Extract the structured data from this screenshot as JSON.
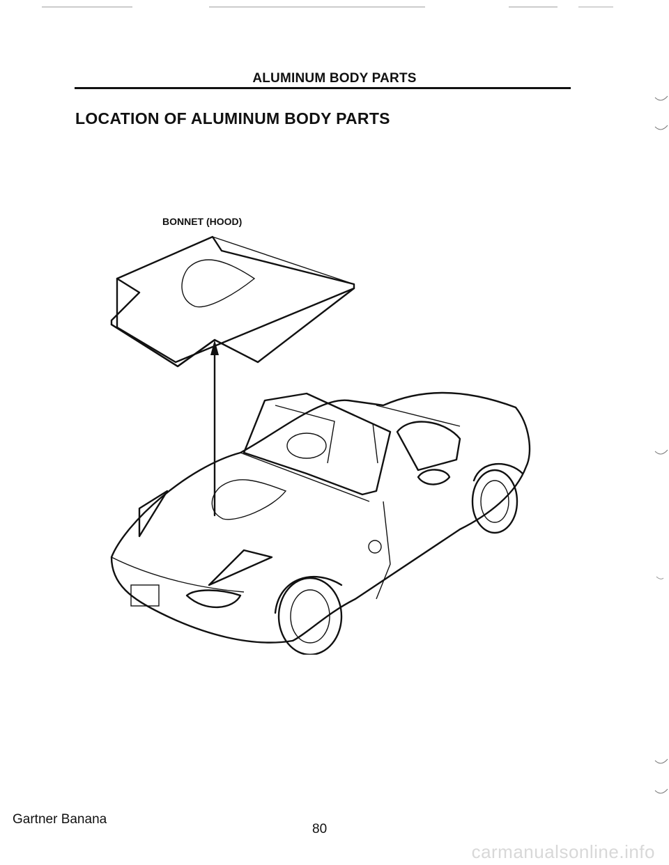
{
  "header": {
    "title": "ALUMINUM BODY PARTS"
  },
  "section": {
    "title": "LOCATION OF ALUMINUM BODY PARTS"
  },
  "figure": {
    "part_label": "BONNET (HOOD)",
    "icons": [
      "bonnet-panel-illustration",
      "car-illustration",
      "pointer-arrow"
    ]
  },
  "footer": {
    "left_text": "Gartner Banana",
    "page_number": "80"
  },
  "watermark": {
    "text": "carmanualsonline.info"
  }
}
